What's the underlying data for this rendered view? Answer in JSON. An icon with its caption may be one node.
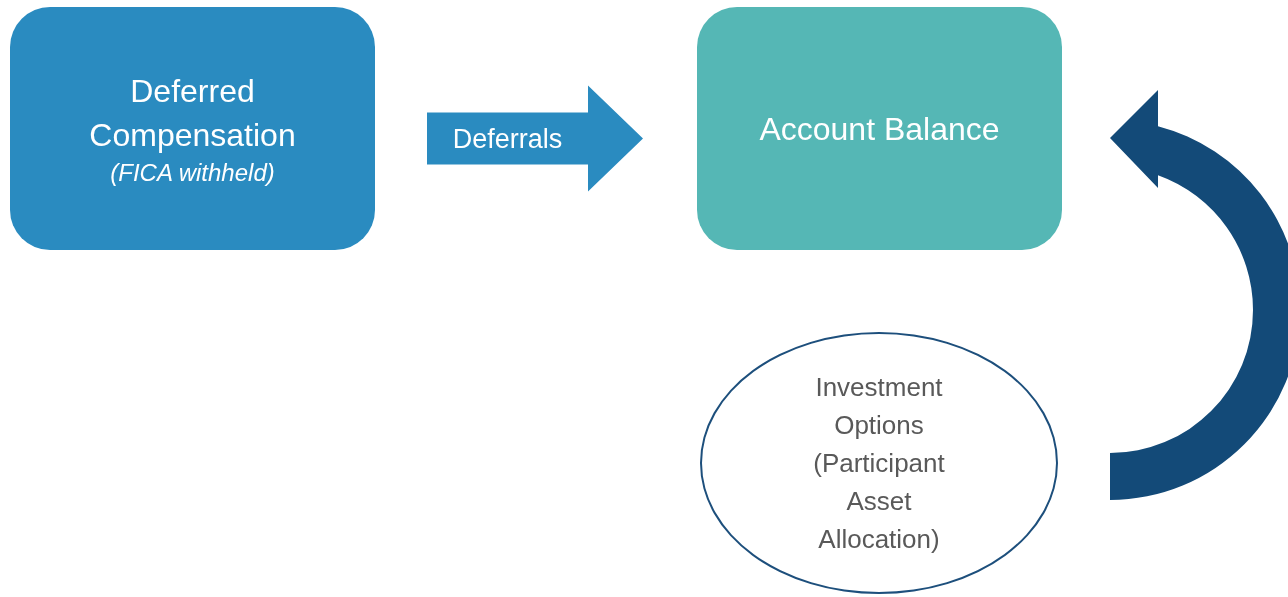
{
  "diagram": {
    "nodes": [
      {
        "text": [
          "Deferred Compensation",
          "(FICA withheld)"
        ]
      },
      {
        "text": [
          "Account Balance"
        ]
      },
      {
        "text": [
          "Investment Options (Participant Asset Allocation)"
        ]
      }
    ],
    "edges": [
      {
        "from": 0,
        "to": 1,
        "arrow": "to",
        "label": "Deferrals",
        "style": "thick"
      },
      {
        "from": 2,
        "to": 1,
        "arrow": "to",
        "style": "thick",
        "color": "#134a78"
      }
    ]
  }
}
